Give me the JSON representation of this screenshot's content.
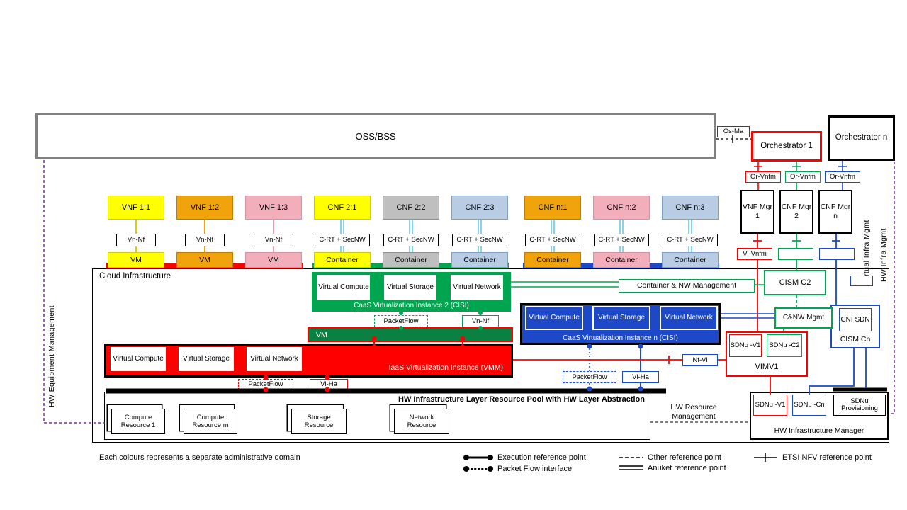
{
  "colors": {
    "yellow": "#FFFF00",
    "orange": "#F0A30A",
    "pink": "#F2AEBB",
    "gray": "#BFBFBF",
    "light_blue": "#B8CCE4",
    "red": "#FF0000",
    "green": "#00A550",
    "dark_green": "#0B8043",
    "blue": "#1D49C8",
    "cyan": "#33B8E0",
    "purple": "#7030A0"
  },
  "top": {
    "oss_bss": "OSS/BSS",
    "os_ma": "Os-Ma",
    "orchestrator_1": "Orchestrator 1",
    "orchestrator_n": "Orchestrator n",
    "or_vnfm_1": "Or-Vnfm",
    "or_vnfm_2": "Or-Vnfm",
    "or_vnfm_3": "Or-Vnfm",
    "vnf_mgr_1": "VNF Mgr 1",
    "cnf_mgr_2": "CNF Mgr 2",
    "cnf_mgr_n": "CNF Mgr n",
    "vi_vnfm": "Vi-Vnfm"
  },
  "side": {
    "hw_equipment": "HW Equipment Management",
    "virtual_infra": "Virtual Infra Mgmt",
    "hw_infra": "HW Infra Mgmt"
  },
  "nfs": [
    {
      "label": "VNF 1:1",
      "iface": "Vn-Nf",
      "unit": "VM",
      "domain_color": "#FFFF00"
    },
    {
      "label": "VNF 1:2",
      "iface": "Vn-Nf",
      "unit": "VM",
      "domain_color": "#F0A30A"
    },
    {
      "label": "VNF 1:3",
      "iface": "Vn-Nf",
      "unit": "VM",
      "domain_color": "#F2AEBB"
    },
    {
      "label": "CNF 2:1",
      "iface": "C-RT + SecNW",
      "unit": "Container",
      "domain_color": "#FFFF00"
    },
    {
      "label": "CNF 2:2",
      "iface": "C-RT + SecNW",
      "unit": "Container",
      "domain_color": "#BFBFBF"
    },
    {
      "label": "CNF 2:3",
      "iface": "C-RT + SecNW",
      "unit": "Container",
      "domain_color": "#B8CCE4"
    },
    {
      "label": "CNF n:1",
      "iface": "C-RT + SecNW",
      "unit": "Container",
      "domain_color": "#F0A30A"
    },
    {
      "label": "CNF n:2",
      "iface": "C-RT + SecNW",
      "unit": "Container",
      "domain_color": "#F2AEBB"
    },
    {
      "label": "CNF n:3",
      "iface": "C-RT + SecNW",
      "unit": "Container",
      "domain_color": "#B8CCE4"
    }
  ],
  "cloud": {
    "title": "Cloud Infrastructure",
    "cisi2": {
      "boxes": [
        "Virtual Compute",
        "Virtual Storage",
        "Virtual Network"
      ],
      "caption": "CaaS Virtualization Instance 2 (CISI)",
      "packetflow": "PacketFlow",
      "vn_nf": "Vn-Nf",
      "vm": "VM"
    },
    "vmm": {
      "boxes": [
        "Virtual Compute",
        "Virtual Storage",
        "Virtual Network"
      ],
      "caption": "IaaS Virtualization Instance (VMM)",
      "packetflow": "PacketFlow",
      "vl_ha": "Vl-Ha"
    },
    "cisin": {
      "boxes": [
        "Virtual Compute",
        "Virtual Storage",
        "Virtual Network"
      ],
      "caption": "CaaS Virtualization Instance n (CISI)",
      "packetflow": "PacketFlow",
      "vl_ha": "Vl-Ha"
    },
    "container_nw_mgmt": "Container & NW Management",
    "cism_c2": "CISM C2",
    "cnw_mgmt": "C&NW Mgmt",
    "cni_sdn": "CNI SDN",
    "cism_cn": "CISM Cn",
    "nf_vi": "Nf-Vi",
    "vim": {
      "sdno_v1": "SDNo -V1",
      "sdnu_c2": "SDNu -C2",
      "label": "VIMV1"
    },
    "hw_pool": {
      "caption": "HW Infrastructure Layer Resource Pool with HW Layer Abstraction",
      "resources": [
        "Compute Resource 1",
        "Compute Resource m",
        "Storage Resource",
        "Network Resource"
      ]
    },
    "hw_resource_mgmt": "HW Resource Management",
    "hw_infra_mgr": {
      "sdnu_v1": "SDNu -V1",
      "sdnu_cn": "SDNu -Cn",
      "sdnu_prov": "SDNu Provisioning",
      "label": "HW Infrastructure Manager"
    }
  },
  "legend": {
    "note": "Each colours represents a separate administrative domain",
    "execution": "Execution reference point",
    "packet_flow": "Packet Flow interface",
    "other": "Other reference point",
    "anuket": "Anuket reference point",
    "etsi": "ETSI NFV reference point"
  }
}
